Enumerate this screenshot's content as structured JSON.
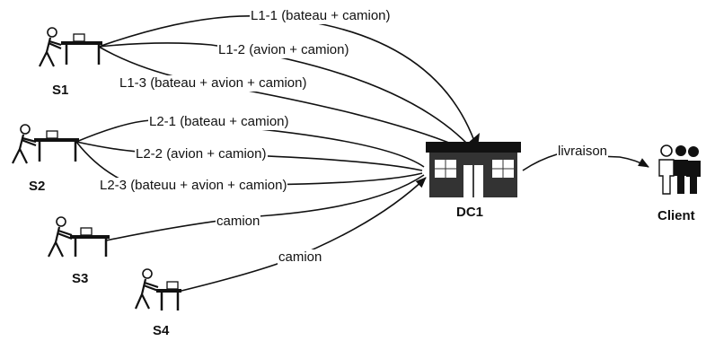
{
  "suppliers": [
    {
      "id": "s1",
      "name": "S1"
    },
    {
      "id": "s2",
      "name": "S2"
    },
    {
      "id": "s3",
      "name": "S3"
    },
    {
      "id": "s4",
      "name": "S4"
    }
  ],
  "distribution_center": {
    "name": "DC1"
  },
  "customer": {
    "name": "Client"
  },
  "routes": [
    {
      "from": "S1",
      "to": "DC1",
      "label": "L1-1 (bateau + camion)"
    },
    {
      "from": "S1",
      "to": "DC1",
      "label": "L1-2 (avion + camion)"
    },
    {
      "from": "S1",
      "to": "DC1",
      "label": "L1-3 (bateau + avion + camion)"
    },
    {
      "from": "S2",
      "to": "DC1",
      "label": "L2-1 (bateau + camion)"
    },
    {
      "from": "S2",
      "to": "DC1",
      "label": "L2-2 (avion + camion)"
    },
    {
      "from": "S2",
      "to": "DC1",
      "label": "L2-3 (bateuu + avion + camion)"
    },
    {
      "from": "S3",
      "to": "DC1",
      "label": "camion"
    },
    {
      "from": "S4",
      "to": "DC1",
      "label": "camion"
    },
    {
      "from": "DC1",
      "to": "Client",
      "label": "livraison"
    }
  ]
}
